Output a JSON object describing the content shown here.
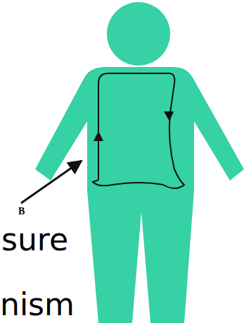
{
  "diagram": {
    "labels": [
      "B",
      "sure",
      "nism"
    ]
  }
}
